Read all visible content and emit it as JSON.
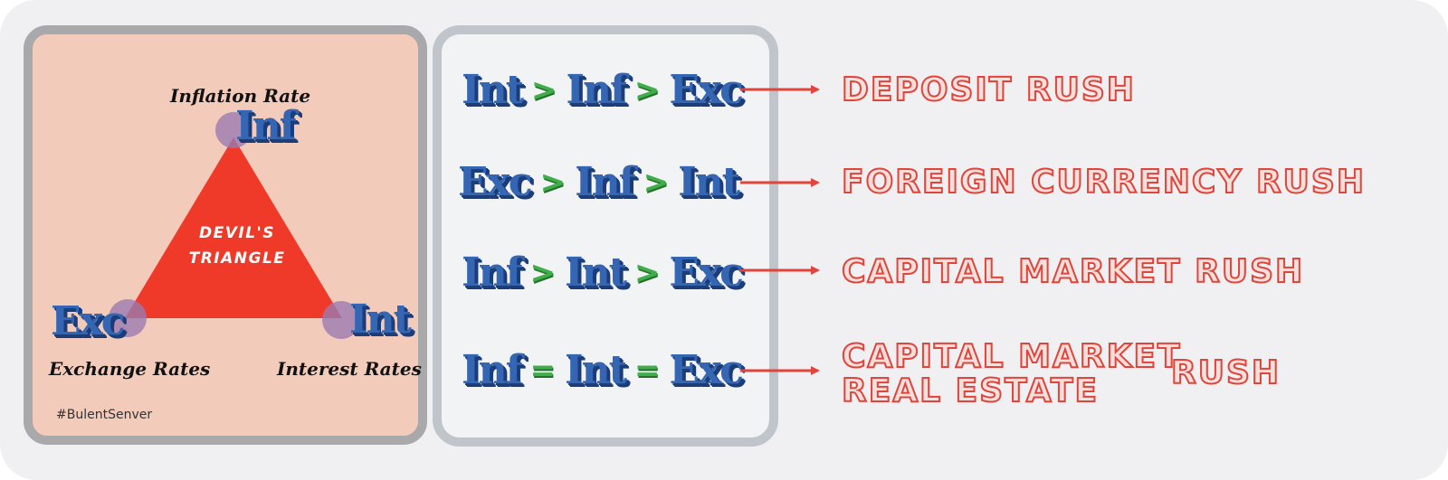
{
  "left_panel": {
    "triangle_label": [
      "DEVIL'S",
      "TRIANGLE"
    ],
    "nodes": {
      "inflation": {
        "abbr": "Inf",
        "label": "Inflation Rate"
      },
      "exchange": {
        "abbr": "Exc",
        "label": "Exchange Rates"
      },
      "interest": {
        "abbr": "Int",
        "label": "Interest Rates"
      }
    },
    "hashtag": "#BulentSenver"
  },
  "middle_panel": {
    "rows": [
      {
        "terms": [
          "Int",
          "Inf",
          "Exc"
        ],
        "ops": [
          ">",
          ">"
        ]
      },
      {
        "terms": [
          "Exc",
          "Inf",
          "Int"
        ],
        "ops": [
          ">",
          ">"
        ]
      },
      {
        "terms": [
          "Inf",
          "Int",
          "Exc"
        ],
        "ops": [
          ">",
          ">"
        ]
      },
      {
        "terms": [
          "Inf",
          "Int",
          "Exc"
        ],
        "ops": [
          "=",
          "="
        ]
      }
    ]
  },
  "results": {
    "r1": "DEPOSIT RUSH",
    "r2": "FOREIGN CURRENCY RUSH",
    "r3": "CAPITAL MARKET RUSH",
    "r4_lines": [
      "CAPITAL MARKET",
      "REAL ESTATE"
    ],
    "r4_suffix": "RUSH"
  },
  "colors": {
    "triangle": "#ef3a2a",
    "node_circle": "#9b7bb0",
    "term_blue": "#3566b4",
    "operator_green": "#3fae4a",
    "arrow": "#e0443a",
    "result_outline": "#e0443a"
  }
}
